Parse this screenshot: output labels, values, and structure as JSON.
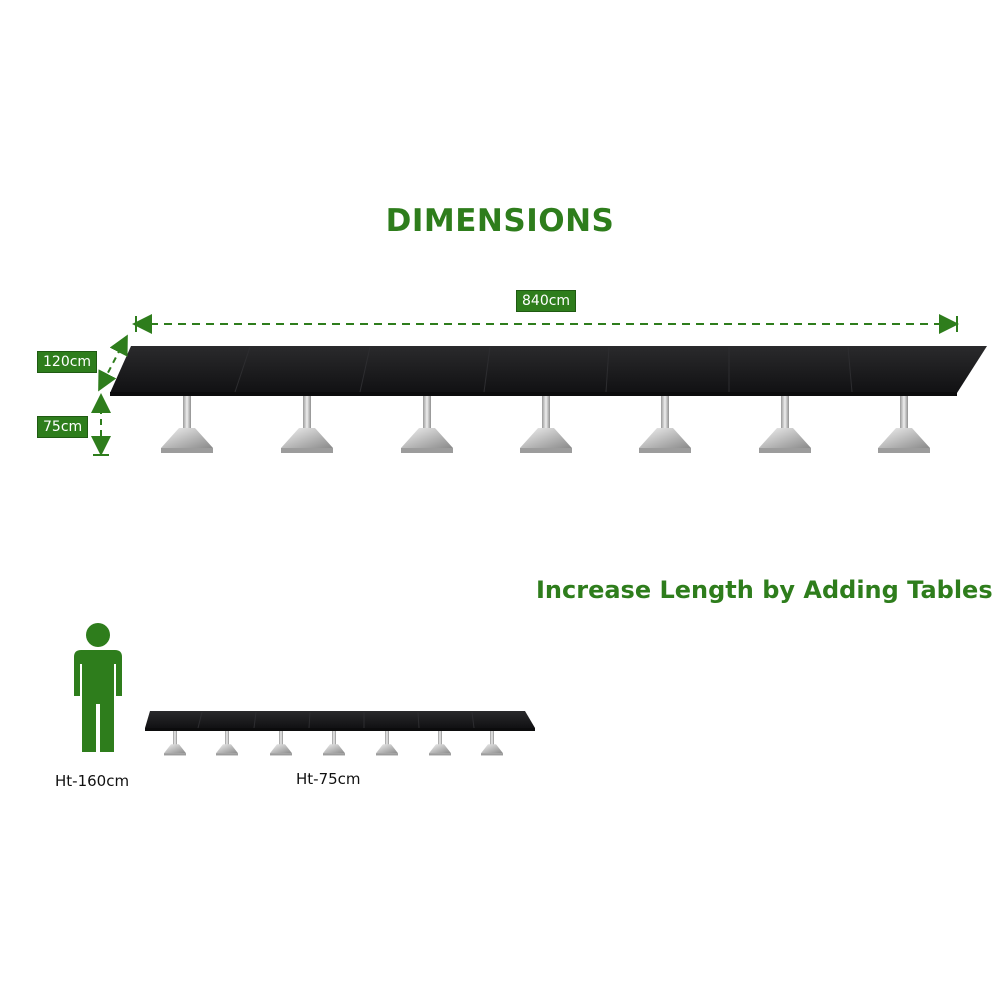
{
  "heading": "DIMENSIONS",
  "subheading": "Increase Length by Adding Tables",
  "dimensions": {
    "length": "840cm",
    "width": "120cm",
    "height": "75cm"
  },
  "comparison": {
    "person_height": "Ht-160cm",
    "table_height": "Ht-75cm"
  },
  "colors": {
    "accent": "#2e7d1c",
    "tabletop": "#1a1a1c",
    "metal": "#c9c9c9"
  },
  "icons": [
    "person-icon",
    "arrow-icon"
  ]
}
